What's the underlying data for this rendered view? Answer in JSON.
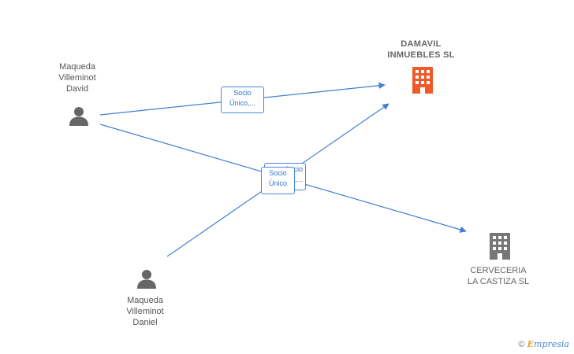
{
  "nodes": {
    "person_david": {
      "name_lines": [
        "Maqueda",
        "Villeminot",
        "David"
      ]
    },
    "person_daniel": {
      "name_lines": [
        "Maqueda",
        "Villeminot",
        "Daniel"
      ]
    },
    "company_damavil": {
      "name_lines": [
        "DAMAVIL",
        "INMUEBLES SL"
      ],
      "color": "#f05a28"
    },
    "company_cerveceria": {
      "name_lines": [
        "CERVECERIA",
        "LA CASTIZA SL"
      ],
      "color": "#777777"
    }
  },
  "edges": {
    "david_damavil": {
      "label_lines": [
        "Socio",
        "Único,..."
      ]
    },
    "daniel_center_back": {
      "label_lines": [
        "Socio",
        "Único,..."
      ]
    },
    "daniel_center_front": {
      "label_lines": [
        "Socio",
        "Único"
      ]
    }
  },
  "colors": {
    "edge": "#3f7fd6",
    "person_icon": "#666666"
  },
  "brand": {
    "copyright": "©",
    "e": "E",
    "rest": "mpresia"
  }
}
